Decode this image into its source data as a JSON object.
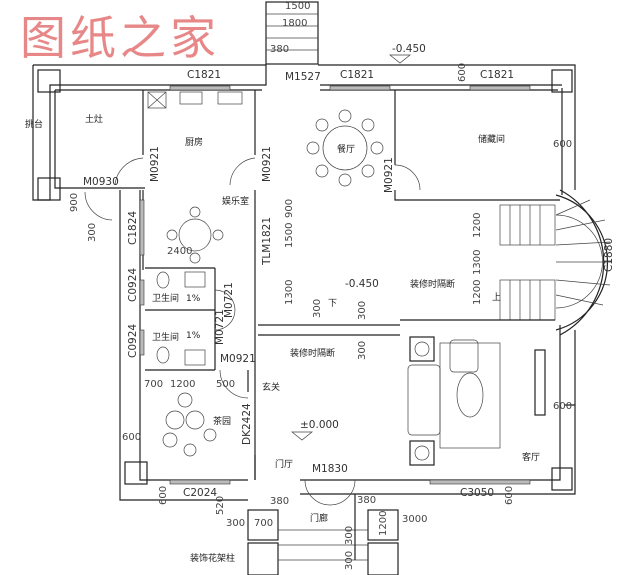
{
  "rooms": {
    "balcony": "挑台",
    "stove": "土灶",
    "kitchen": "厨房",
    "dining": "餐厅",
    "storage": "储藏间",
    "entertainment": "娱乐室",
    "bathroom_1": "卫生间",
    "bathroom_2": "卫生间",
    "tea_room": "茶园",
    "foyer": "玄关",
    "entry_hall": "门厅",
    "porch": "门廊",
    "living": "客厅"
  },
  "openings": {
    "m1527": "M1527",
    "c1821_a": "C1821",
    "c1821_b": "C1821",
    "c1821_c": "C1821",
    "m0930": "M0930",
    "m0921_a": "M0921",
    "m0921_b": "M0921",
    "m0921_c": "M0921",
    "m0921_d": "M0921",
    "c1824": "C1824",
    "tlm1821": "TLM1821",
    "c1880": "C1880",
    "c0924_a": "C0924",
    "c0924_b": "C0924",
    "m0721_a": "M0721",
    "m0721_b": "M0721",
    "dk2424": "DK2424",
    "m1830": "M1830",
    "c2024": "C2024",
    "c3050": "C3050"
  },
  "elevations": {
    "top": "-0.450",
    "stair_landing": "-0.450",
    "floor": "±0.000"
  },
  "notes": {
    "partition_1": "装修时隔断",
    "partition_2": "装修时隔断",
    "column": "装饰花架柱",
    "up": "上",
    "down": "下",
    "slope_1": "1%",
    "slope_2": "1%"
  },
  "dimensions": [
    "1500",
    "1800",
    "380",
    "600",
    "600",
    "900",
    "300",
    "2400",
    "900",
    "1500",
    "1300",
    "1200",
    "1300",
    "1200",
    "300",
    "300",
    "300",
    "700",
    "1200",
    "500",
    "600",
    "600",
    "600",
    "520",
    "380",
    "300",
    "700",
    "380",
    "1200",
    "3000",
    "300",
    "300",
    "600"
  ],
  "watermark": "图纸之家"
}
